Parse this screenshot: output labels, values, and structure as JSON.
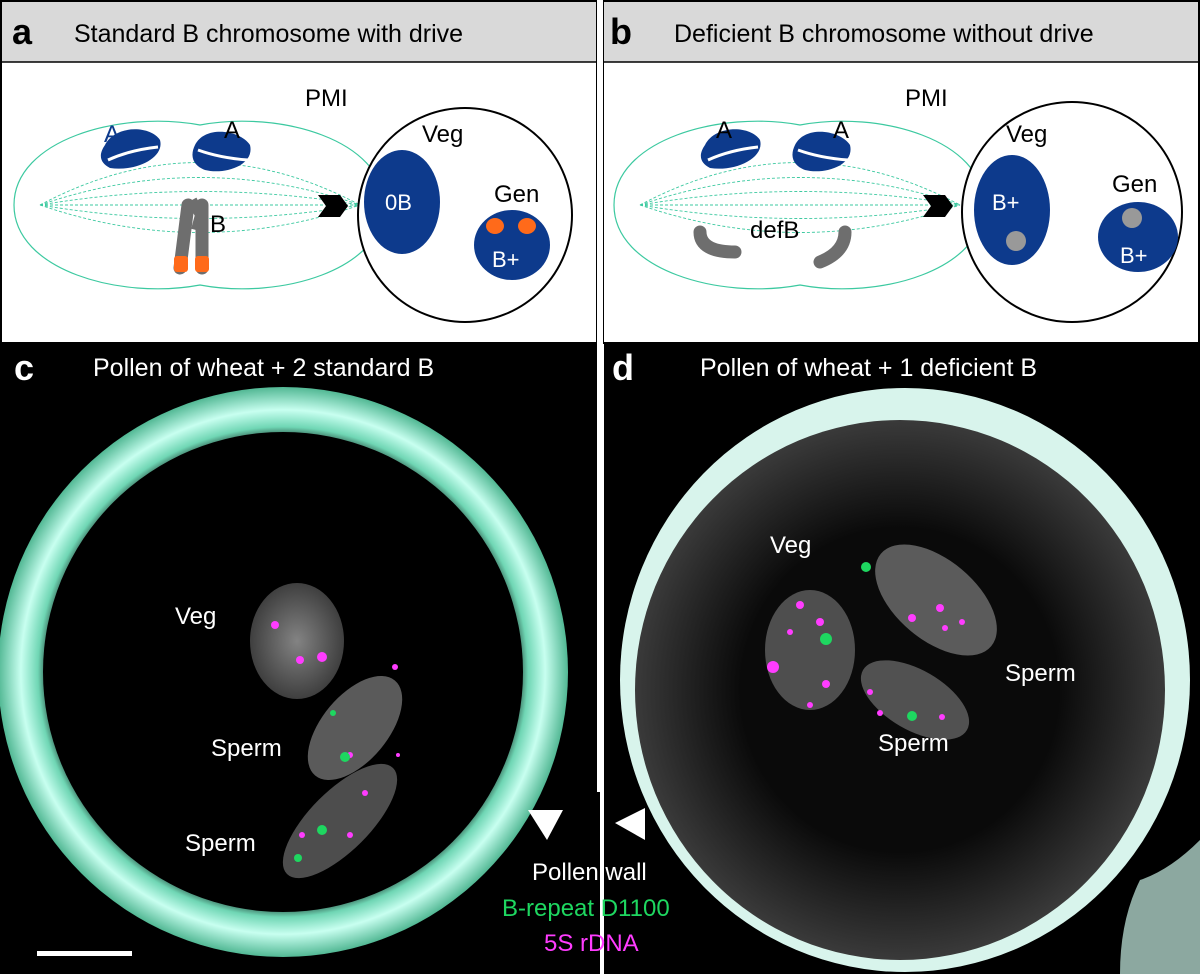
{
  "panels": {
    "a": {
      "letter": "a",
      "title": "Standard B chromosome with drive",
      "stage": "PMI",
      "chrom_a1": "A",
      "chrom_a2": "A",
      "chrom_b": "B",
      "veg": "Veg",
      "gen": "Gen",
      "veg_nucleus": "0B",
      "gen_nucleus": "B+"
    },
    "b": {
      "letter": "b",
      "title": "Deficient B chromosome without drive",
      "stage": "PMI",
      "chrom_a1": "A",
      "chrom_a2": "A",
      "chrom_b": "defB",
      "veg": "Veg",
      "gen": "Gen",
      "veg_nucleus": "B+",
      "gen_nucleus": "B+"
    },
    "c": {
      "letter": "c",
      "title": "Pollen of wheat + 2 standard B",
      "veg": "Veg",
      "sperm1": "Sperm",
      "sperm2": "Sperm"
    },
    "d": {
      "letter": "d",
      "title": "Pollen of wheat + 1 deficient B",
      "veg": "Veg",
      "sperm1": "Sperm",
      "sperm2": "Sperm"
    }
  },
  "legend": {
    "pollen_wall": "Pollen wall",
    "b_repeat": "B-repeat D1100",
    "rdna": "5S rDNA"
  },
  "colors": {
    "header_bg": "#d9d9d9",
    "nucleus": "#0d3a8c",
    "b_chromosome": "#6e6e6e",
    "b_tip": "#ff6a1a",
    "spindle": "#3cc9a0",
    "green_signal": "#1ed760",
    "magenta_signal": "#ff3cff",
    "pollen_wall": "#9ff2d6"
  }
}
